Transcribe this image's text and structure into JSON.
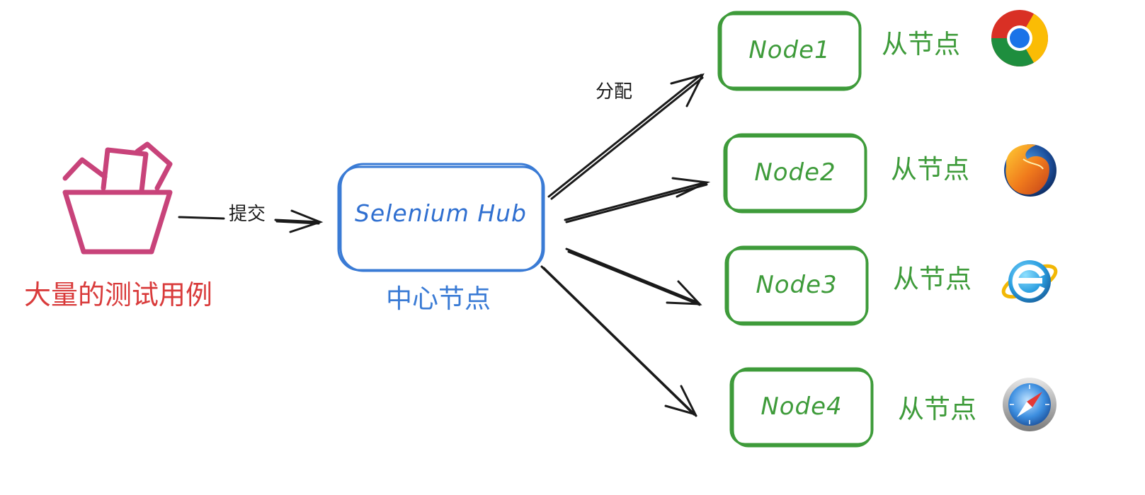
{
  "test_cases": {
    "label": "大量的测试用例",
    "icon": "folder-cards-icon",
    "color": "#c8437a",
    "label_color": "#d93b3b"
  },
  "edges": {
    "submit_label": "提交",
    "assign_label": "分配"
  },
  "hub": {
    "name": "Selenium Hub",
    "caption": "中心节点",
    "color": "#3a7bd5"
  },
  "nodes": [
    {
      "name": "Node1",
      "role": "从节点",
      "browser_icon": "chrome-icon"
    },
    {
      "name": "Node2",
      "role": "从节点",
      "browser_icon": "firefox-icon"
    },
    {
      "name": "Node3",
      "role": "从节点",
      "browser_icon": "internet-explorer-icon"
    },
    {
      "name": "Node4",
      "role": "从节点",
      "browser_icon": "safari-icon"
    }
  ],
  "node_color": "#3e9b3a"
}
